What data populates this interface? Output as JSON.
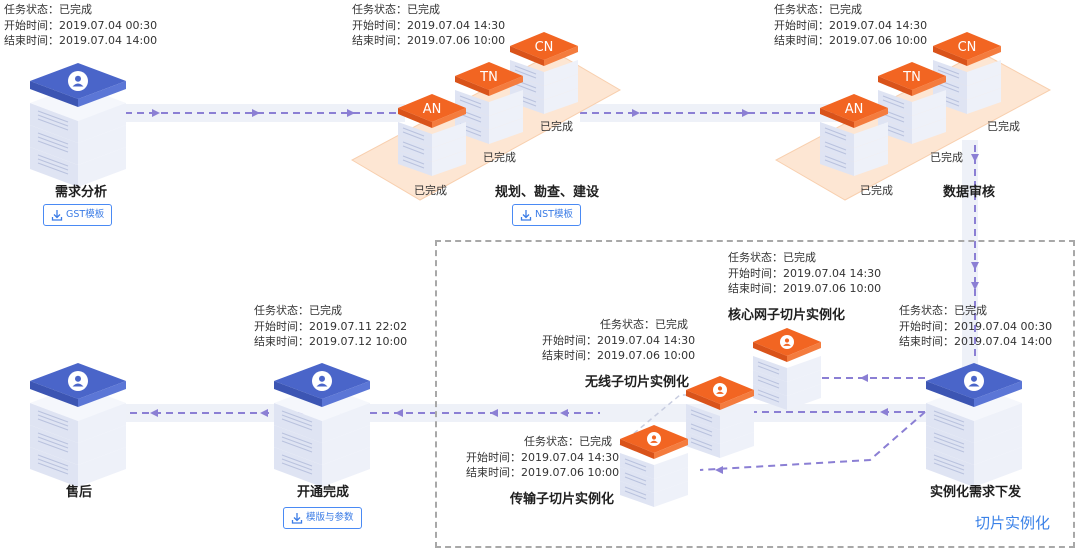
{
  "status_label": "任务状态：",
  "start_label": "开始时间：",
  "end_label": "结束时间：",
  "done_text": "已完成",
  "section_title": "切片实例化",
  "stages": {
    "demand": {
      "title": "需求分析",
      "status": "已完成",
      "start": "2019.07.04  00:30",
      "end": "2019.07.04  14:00",
      "download": "GST模板"
    },
    "plan": {
      "title": "规划、勘查、建设",
      "status": "已完成",
      "start": "2019.07.04  14:30",
      "end": "2019.07.06  10:00",
      "download": "NST模板",
      "domains": {
        "an": "AN",
        "tn": "TN",
        "cn": "CN"
      }
    },
    "review": {
      "title": "数据审核",
      "status": "已完成",
      "start": "2019.07.04  14:30",
      "end": "2019.07.06  10:00",
      "domains": {
        "an": "AN",
        "tn": "TN",
        "cn": "CN"
      }
    },
    "core": {
      "title": "核心网子切片实例化",
      "status": "已完成",
      "start": "2019.07.04  14:30",
      "end": "2019.07.06  10:00"
    },
    "wireless": {
      "title": "无线子切片实例化",
      "status": "已完成",
      "start": "2019.07.04  14:30",
      "end": "2019.07.06  10:00"
    },
    "transport": {
      "title": "传输子切片实例化",
      "status": "已完成",
      "start": "2019.07.04  14:30",
      "end": "2019.07.06  10:00"
    },
    "instantiate": {
      "title": "实例化需求下发",
      "status": "已完成",
      "start": "2019.07.04  00:30",
      "end": "2019.07.04  14:00"
    },
    "open": {
      "title": "开通完成",
      "status": "已完成",
      "start": "2019.07.11  22:02",
      "end": "2019.07.12  10:00",
      "download": "模版与参数"
    },
    "after": {
      "title": "售后"
    }
  },
  "colors": {
    "blue_node": "#4a65c9",
    "orange_node": "#f26522",
    "flow_line": "#8b7fd4",
    "platform": "#fde6d3",
    "accent": "#3b82e8"
  }
}
